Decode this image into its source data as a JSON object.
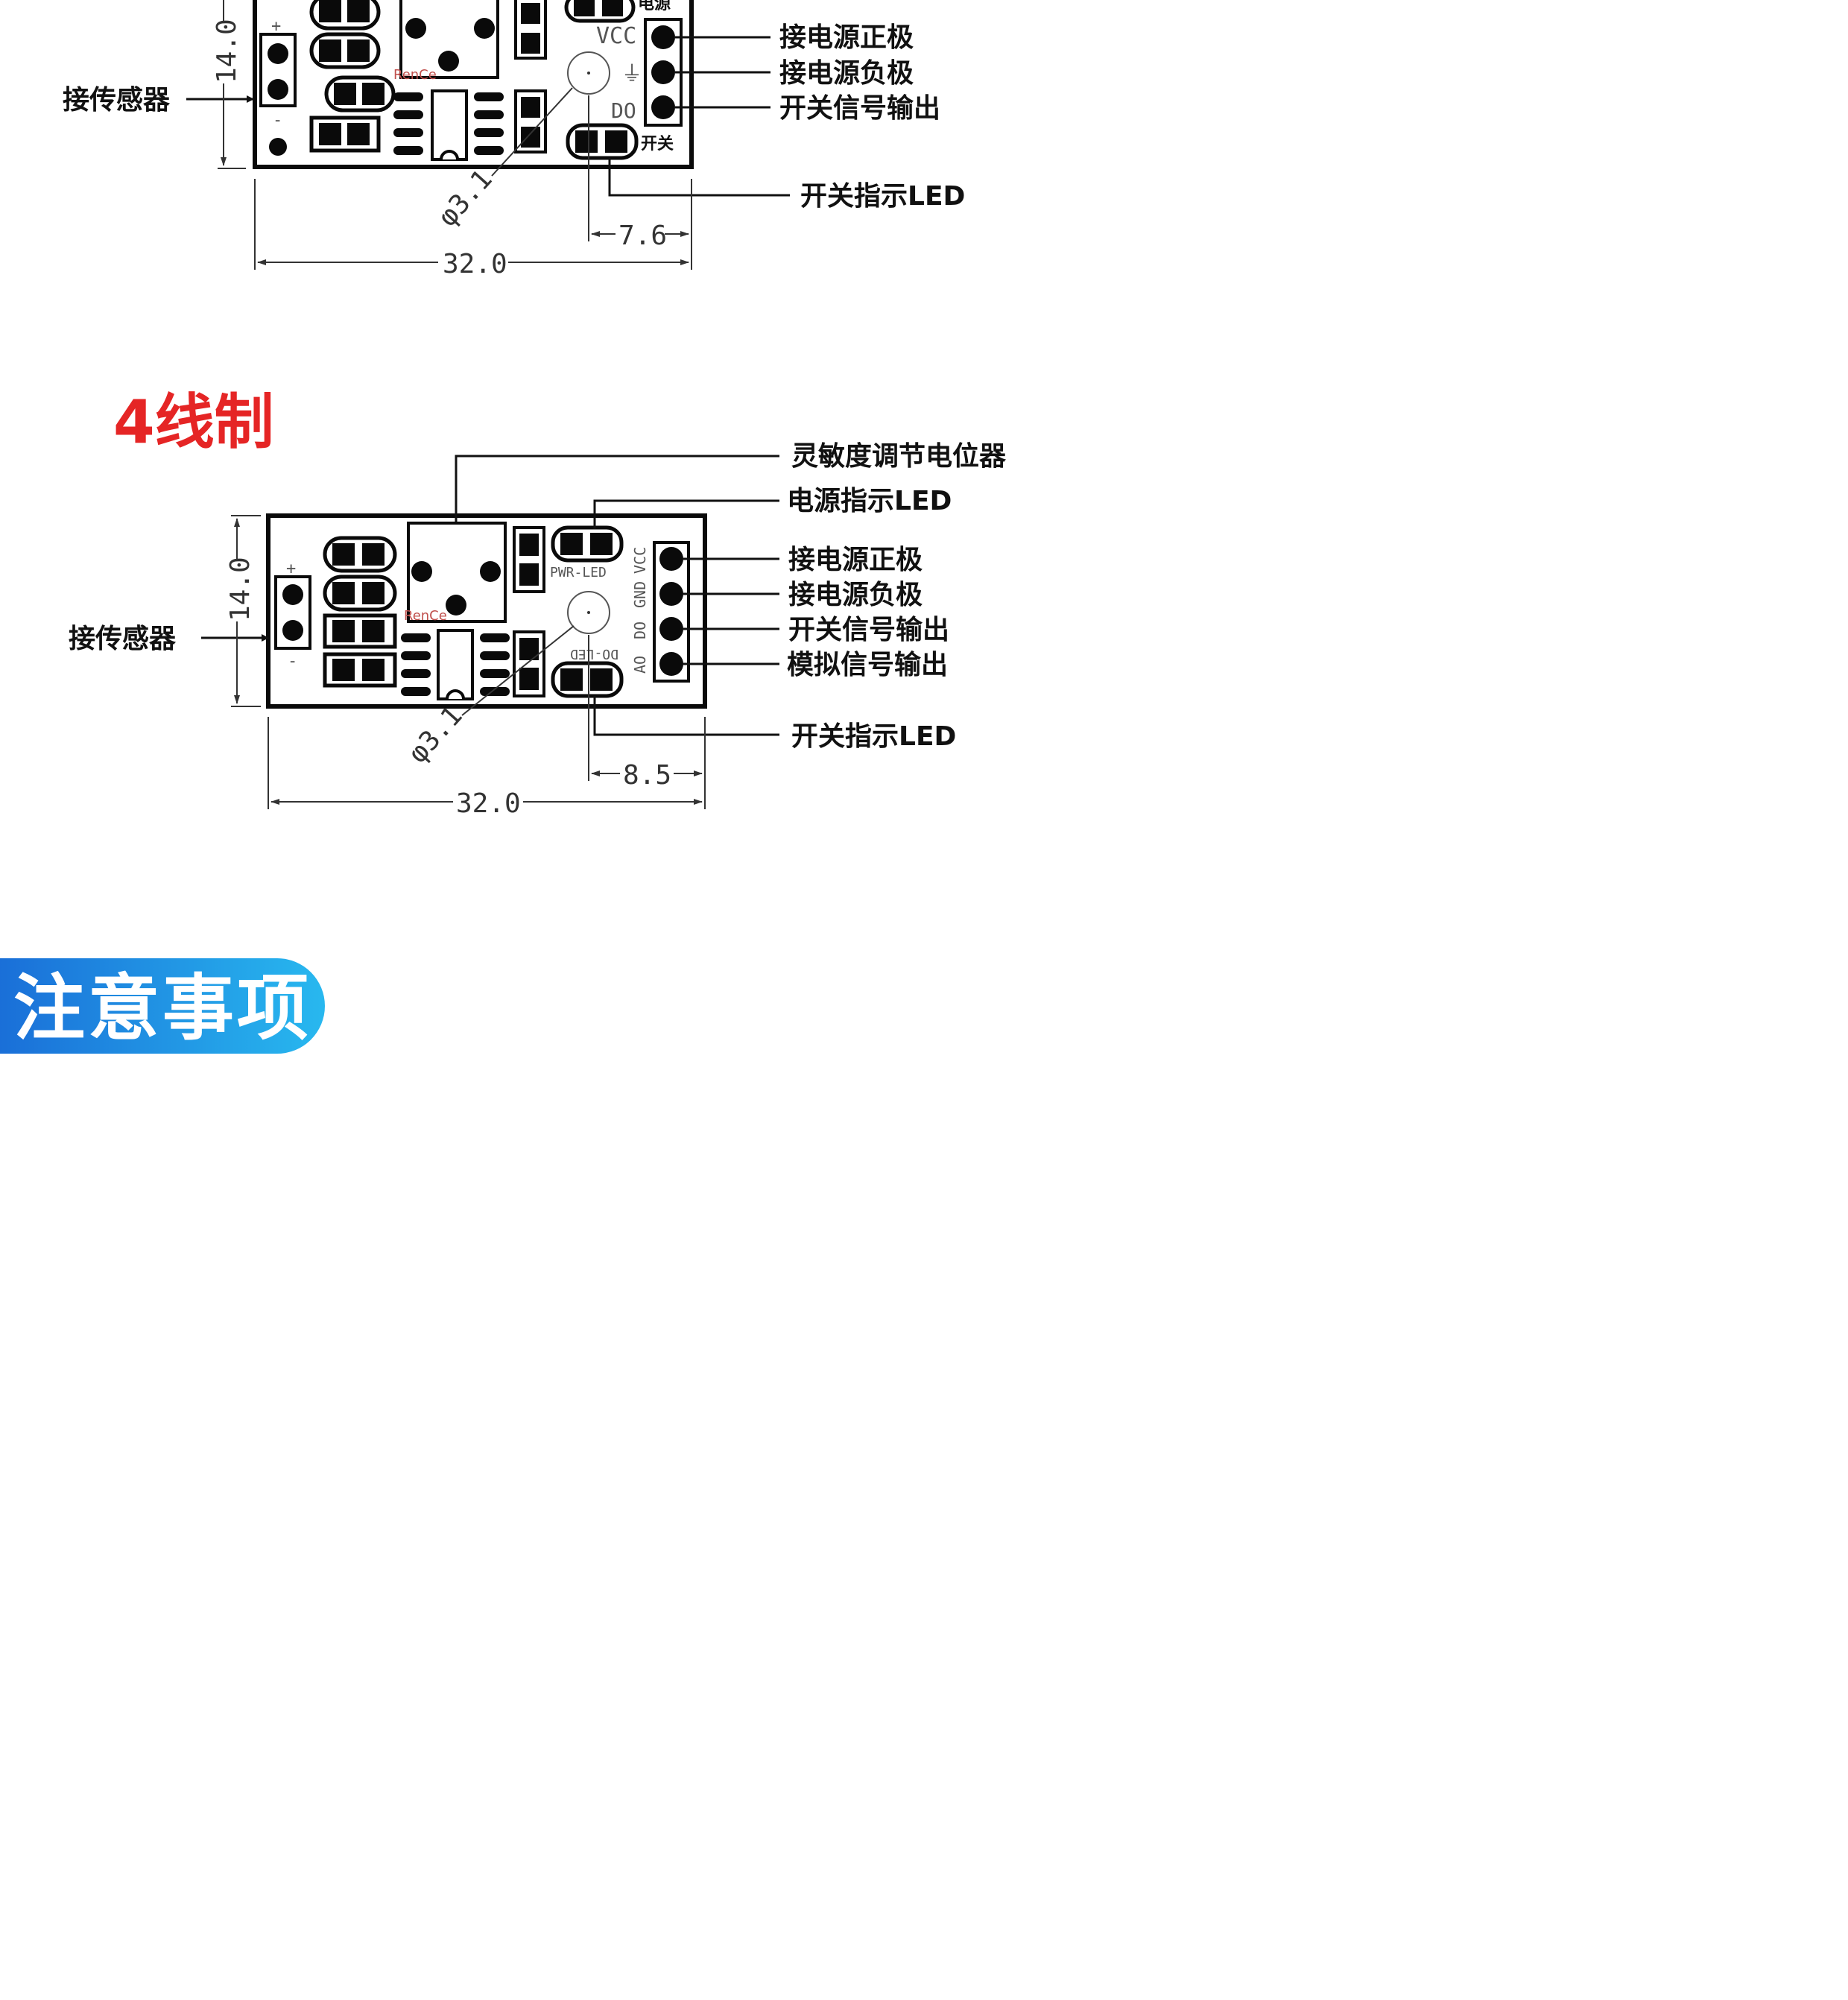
{
  "diagram3": {
    "labels": {
      "vcc": "接电源正极",
      "gnd": "接电源负极",
      "do": "开关信号输出",
      "switch_led": "开关指示LED",
      "sensor": "接传感器"
    },
    "silk": {
      "power": "电源",
      "vcc": "VCC",
      "gnd_symbol": "⏚",
      "do": "DO",
      "switch": "开关",
      "plus": "+",
      "minus": "-",
      "logo": "RenCe"
    },
    "dims": {
      "height": "14.0",
      "width": "32.0",
      "offset": "7.6",
      "hole": "φ3.1"
    }
  },
  "diagram4": {
    "title": "4线制",
    "labels": {
      "pot": "灵敏度调节电位器",
      "pwr_led": "电源指示LED",
      "vcc": "接电源正极",
      "gnd": "接电源负极",
      "do": "开关信号输出",
      "ao": "模拟信号输出",
      "switch_led": "开关指示LED",
      "sensor": "接传感器"
    },
    "silk": {
      "pwr_led": "PWR-LED",
      "do_led": "DO-LED",
      "vcc": "VCC",
      "gnd": "GND",
      "do": "DO",
      "ao": "AO",
      "plus": "+",
      "minus": "-",
      "logo": "RenCe"
    },
    "dims": {
      "height": "14.0",
      "width": "32.0",
      "offset": "8.5",
      "hole": "φ3.1"
    }
  },
  "banner": {
    "text": "注意事项",
    "color_from": "#1a6fd8",
    "color_to": "#28b8ef"
  }
}
